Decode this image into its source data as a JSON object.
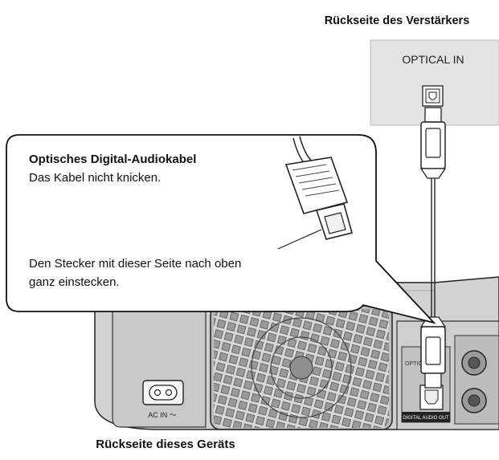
{
  "labels": {
    "amp_back": "Rückseite des Verstärkers",
    "optical_in": "OPTICAL IN",
    "device_back": "Rückseite dieses Geräts",
    "ac_in": "AC IN ～",
    "port_optical": "OPTICAL",
    "port_caption": "DIGITAL AUDIO OUT"
  },
  "callout": {
    "title": "Optisches Digital-Audiokabel",
    "line1": "Das Kabel nicht knicken.",
    "line2": "Den Stecker mit dieser Seite nach oben",
    "line3": "ganz einstecken."
  },
  "colors": {
    "panel": "#e3e3e3",
    "device": "#d5d5d5",
    "line": "#1a1a1a",
    "background": "#ffffff"
  }
}
